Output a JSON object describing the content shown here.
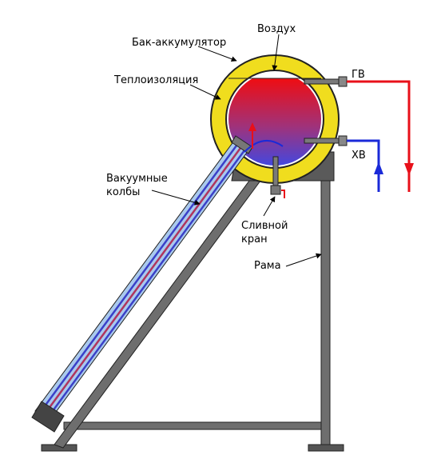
{
  "labels": {
    "tank": "Бак-аккумулятор",
    "air": "Воздух",
    "insulation": "Теплоизоляция",
    "hot_water": "ГВ",
    "cold_water": "ХВ",
    "tubes_line1": "Вакуумные",
    "tubes_line2": "колбы",
    "drain_line1": "Сливной",
    "drain_line2": "кран",
    "frame": "Рама"
  },
  "colors": {
    "insulation": "#f0dd1e",
    "hot": "#e8101a",
    "cold": "#1a2ad8",
    "frame": "#6e6e6e",
    "frame_dark": "#4a4a4a",
    "tube_glass": "#a9c9ee"
  }
}
